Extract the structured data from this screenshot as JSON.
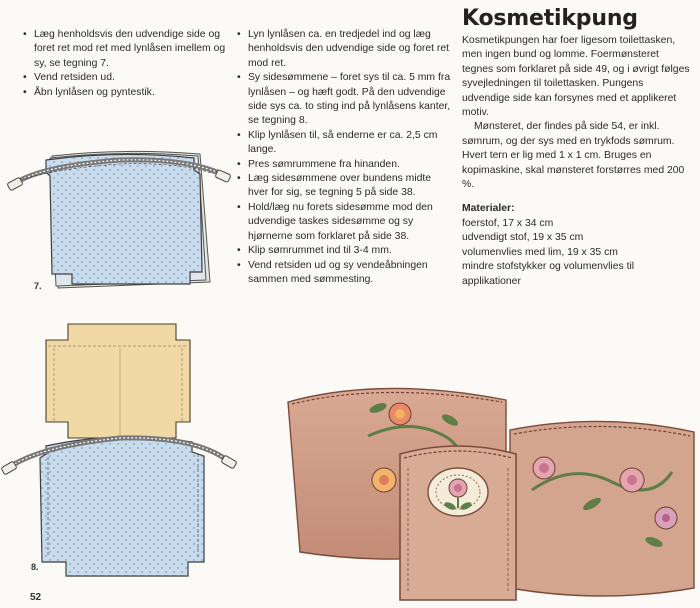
{
  "left_column": {
    "items": [
      "Læg henholdsvis den udvendige side og foret ret mod ret med lynlåsen imellem og sy, se tegning 7.",
      "Vend retsiden ud.",
      "Åbn lynlåsen og pyntestik."
    ]
  },
  "middle_column": {
    "items": [
      "Lyn lynlåsen ca. en tredjedel ind og læg henholdsvis den udvendige side og foret ret mod ret.",
      "Sy sidesømmene – foret sys til ca. 5 mm fra lynlåsen – og hæft godt. På den udvendige side sys ca. to sting ind på lynlåsens kanter, se tegning 8.",
      "Klip lynlåsen til, så enderne er ca. 2,5 cm lange.",
      "Pres sømrummene fra hinanden.",
      "Læg sidesømmene over bundens midte hver for sig, se tegning 5 på side 38.",
      "Hold/læg nu forets sidesømme mod den udvendige taskes sidesømme og sy hjørnerne som forklaret på side 38.",
      "Klip sømrummet ind til 3-4 mm.",
      "Vend retsiden ud og sy vendeåbningen sammen med sømmesting."
    ]
  },
  "right_column": {
    "title": "Kosmetikpung",
    "paragraph_1": "Kosmetikpungen har foer ligesom toilettasken, men ingen bund og lomme. Foermønsteret tegnes som forklaret på side 49, og i øvrigt følges syvejledningen til toilettasken. Pungens udvendige side kan forsynes med et applikeret motiv.",
    "paragraph_2": "Mønsteret, der findes på side 54, er inkl. sømrum, og der sys med en trykfods sømrum. Hvert tern er lig med 1 x 1 cm. Bruges en kopimaskine, skal mønsteret forstørres med 200 %.",
    "materials_heading": "Materialer:",
    "materials": [
      "foerstof, 17 x 34 cm",
      "udvendigt stof, 19 x 35 cm",
      "volumenvlies med lim, 19 x 35 cm",
      "mindre stofstykker og volumenvlies til applikationer"
    ]
  },
  "figures": {
    "fig7_label": "7.",
    "fig8_label": "8."
  },
  "page_number": "52",
  "colors": {
    "blue_fabric": "#c9dced",
    "yellow_fabric": "#f1d9a6",
    "pouch_pink": "#cf9c86",
    "pouch_outline": "#7d4b3c"
  }
}
